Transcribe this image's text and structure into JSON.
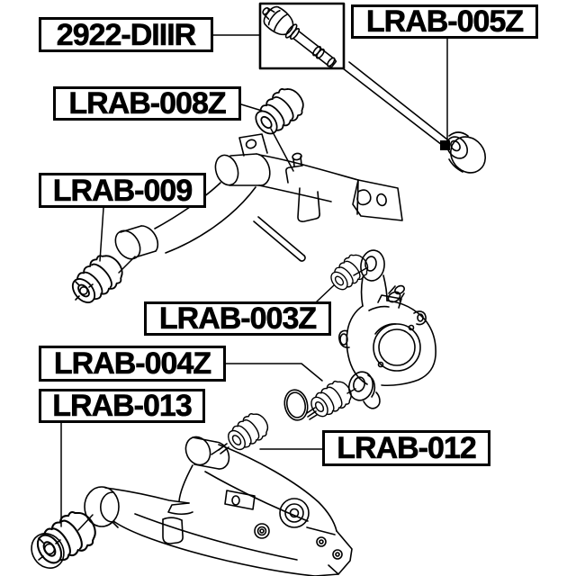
{
  "diagram": {
    "background_color": "#ffffff",
    "line_color": "#000000",
    "label_border_color": "#000000",
    "labels": [
      {
        "id": "2922-diiir",
        "text": "2922-DIIIR"
      },
      {
        "id": "lrab-005z",
        "text": "LRAB-005Z"
      },
      {
        "id": "lrab-008z",
        "text": "LRAB-008Z"
      },
      {
        "id": "lrab-009",
        "text": "LRAB-009"
      },
      {
        "id": "lrab-003z",
        "text": "LRAB-003Z"
      },
      {
        "id": "lrab-004z",
        "text": "LRAB-004Z"
      },
      {
        "id": "lrab-013",
        "text": "LRAB-013"
      },
      {
        "id": "lrab-012",
        "text": "LRAB-012"
      }
    ],
    "figures": [
      "cv-joint",
      "axial-rod-with-bushing",
      "upper-control-arm",
      "arm-bushings",
      "steering-knuckle",
      "snap-ring",
      "lower-control-arm"
    ]
  }
}
